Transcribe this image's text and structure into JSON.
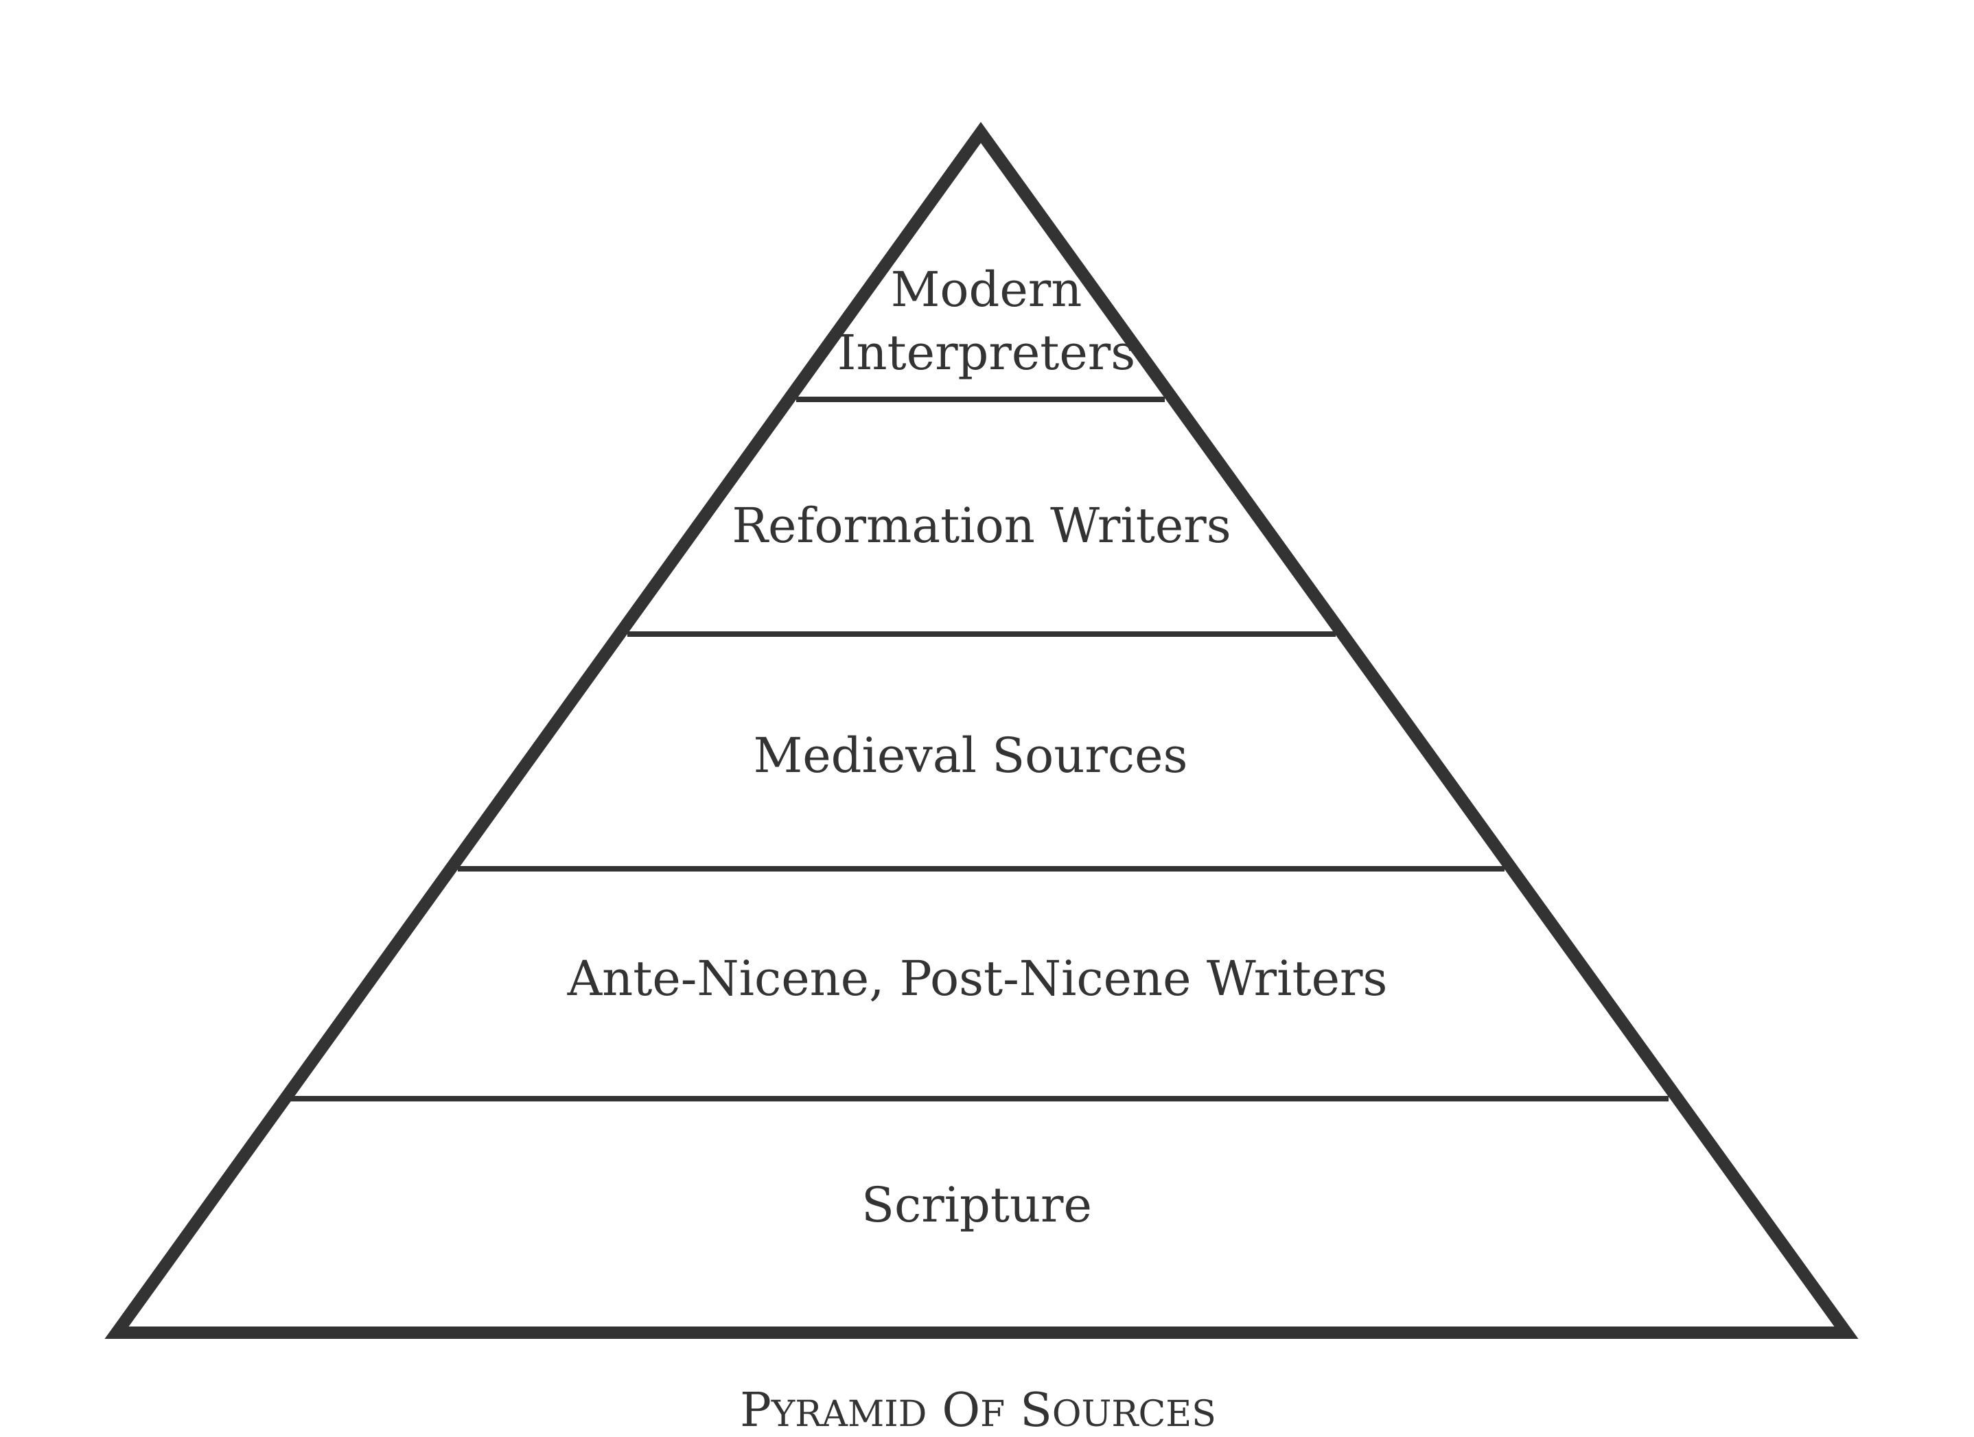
{
  "diagram": {
    "tiers": [
      {
        "lines": [
          "Modern",
          "Interpreters"
        ]
      },
      {
        "lines": [
          "Reformation Writers"
        ]
      },
      {
        "lines": [
          "Medieval Sources"
        ]
      },
      {
        "lines": [
          "Ante-Nicene, Post-Nicene Writers"
        ]
      },
      {
        "lines": [
          "Scripture"
        ]
      }
    ],
    "caption": {
      "word1_initial": "P",
      "word1_rest": "YRAMID",
      "word2_initial": "O",
      "word2_rest": "F",
      "word3_initial": "S",
      "word3_rest": "OURCES"
    },
    "line_color": "#333333",
    "text_color": "#333333"
  }
}
